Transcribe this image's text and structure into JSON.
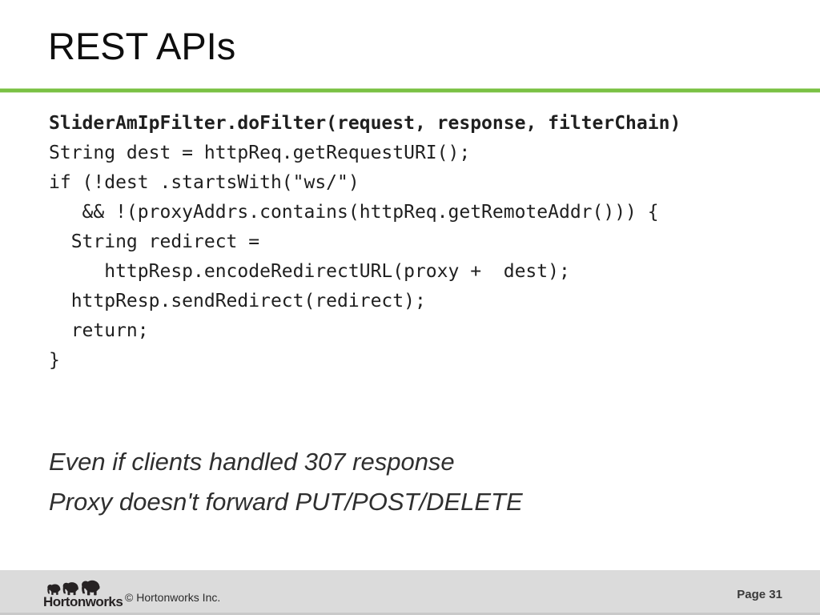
{
  "slide": {
    "title": "REST APIs",
    "accent_color": "#7ac143",
    "code_lines": [
      "SliderAmIpFilter.doFilter(request, response, filterChain)",
      "String dest = httpReq.getRequestURI();",
      "if (!dest .startsWith(\"ws/\")",
      "   && !(proxyAddrs.contains(httpReq.getRemoteAddr())) {",
      "  String redirect =",
      "     httpResp.encodeRedirectURL(proxy +  dest);",
      "  httpResp.sendRedirect(redirect);",
      "  return;",
      "}"
    ],
    "notes": [
      "Even if clients handled 307 response",
      "Proxy doesn't forward PUT/POST/DELETE"
    ],
    "footer": {
      "logo_text": "Hortonworks",
      "copyright": "© Hortonworks Inc.",
      "page_label": "Page 31"
    }
  }
}
